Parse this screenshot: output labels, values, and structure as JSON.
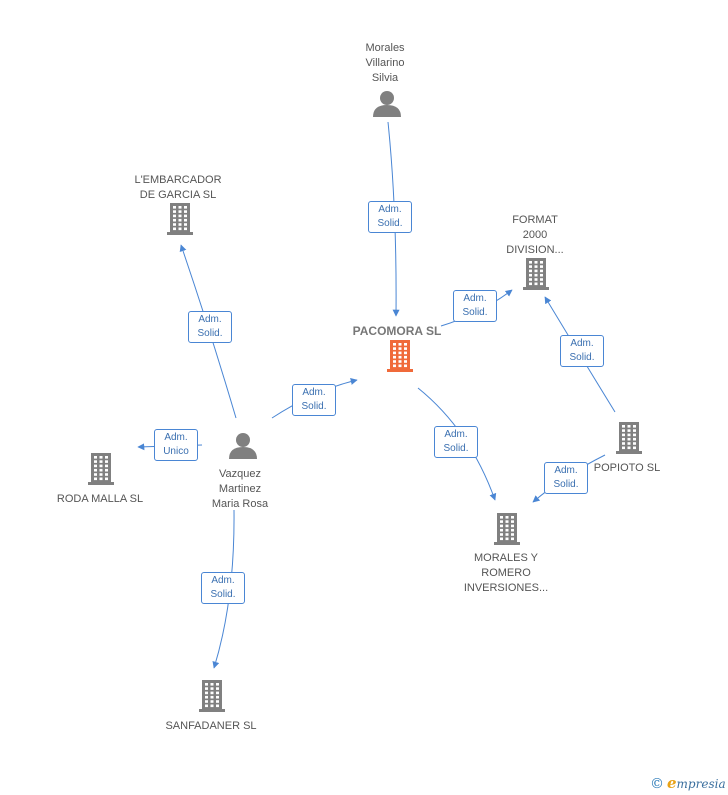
{
  "nodes": [
    {
      "id": "pacomora",
      "type": "company",
      "label": "PACOMORA SL",
      "main": true
    },
    {
      "id": "morales_villarino",
      "type": "person",
      "label": "Morales\nVillarino\nSilvia"
    },
    {
      "id": "embarcador",
      "type": "company",
      "label": "L'EMBARCADOR\nDE GARCIA SL"
    },
    {
      "id": "format2000",
      "type": "company",
      "label": "FORMAT\n2000\nDIVISION..."
    },
    {
      "id": "vazquez",
      "type": "person",
      "label": "Vazquez\nMartinez\nMaria Rosa"
    },
    {
      "id": "roda",
      "type": "company",
      "label": "RODA MALLA SL"
    },
    {
      "id": "popioto",
      "type": "company",
      "label": "POPIOTO SL"
    },
    {
      "id": "morales_romero",
      "type": "company",
      "label": "MORALES Y\nROMERO\nINVERSIONES..."
    },
    {
      "id": "sanfadaner",
      "type": "company",
      "label": "SANFADANER SL"
    }
  ],
  "edges": [
    {
      "from": "morales_villarino",
      "to": "pacomora",
      "label": "Adm.\nSolid."
    },
    {
      "from": "vazquez",
      "to": "embarcador",
      "label": "Adm.\nSolid."
    },
    {
      "from": "vazquez",
      "to": "pacomora",
      "label": "Adm.\nSolid."
    },
    {
      "from": "vazquez",
      "to": "roda",
      "label": "Adm.\nUnico"
    },
    {
      "from": "vazquez",
      "to": "sanfadaner",
      "label": "Adm.\nSolid."
    },
    {
      "from": "pacomora",
      "to": "format2000",
      "label": "Adm.\nSolid."
    },
    {
      "from": "pacomora",
      "to": "morales_romero",
      "label": "Adm.\nSolid."
    },
    {
      "from": "popioto",
      "to": "format2000",
      "label": "Adm.\nSolid."
    },
    {
      "from": "popioto",
      "to": "morales_romero",
      "label": "Adm.\nSolid."
    }
  ],
  "colors": {
    "main_company": "#f06a3a",
    "company": "#808080",
    "person": "#808080",
    "edge": "#4a86d4"
  },
  "watermark": {
    "copyright": "©",
    "brand_initial": "e",
    "brand_rest": "mpresia"
  }
}
